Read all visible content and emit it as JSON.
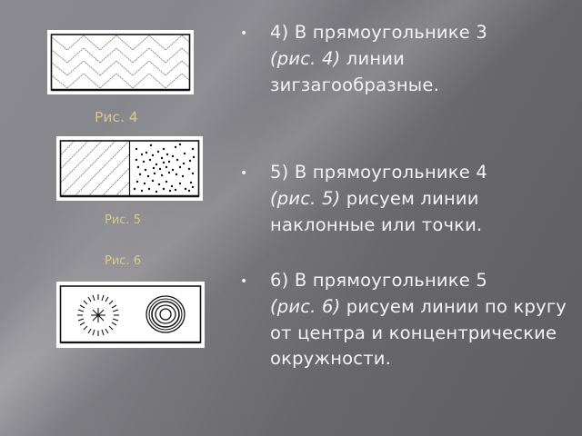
{
  "slide": {
    "figures": [
      {
        "id": "fig4",
        "caption": "Рис. 4",
        "pattern": "zigzag-lines"
      },
      {
        "id": "fig5",
        "caption": "Рис. 5",
        "pattern": "slanted-lines-and-dots"
      },
      {
        "id": "fig6",
        "caption": "Рис. 6",
        "pattern": "radial-lines-and-concentric-circles"
      }
    ],
    "bullets": [
      {
        "marker": "•",
        "lead": "4) В прямоугольнике 3",
        "ref": "(рис. 4)",
        "rest": " линии зигзагообразные."
      },
      {
        "marker": "•",
        "lead": "5) В прямоугольнике 4",
        "ref": "(рис. 5)",
        "rest": " рисуем линии наклонные или точки."
      },
      {
        "marker": "•",
        "lead": "6) В прямоугольнике 5",
        "ref": "(рис. 6)",
        "rest": " рисуем линии по кругу от центра и концентрические окружности."
      }
    ],
    "colors": {
      "caption": "#d6cb8c",
      "text": "#f4f4f4",
      "background_dark": "#5e5e61",
      "background_light": "#8a8a90"
    }
  }
}
